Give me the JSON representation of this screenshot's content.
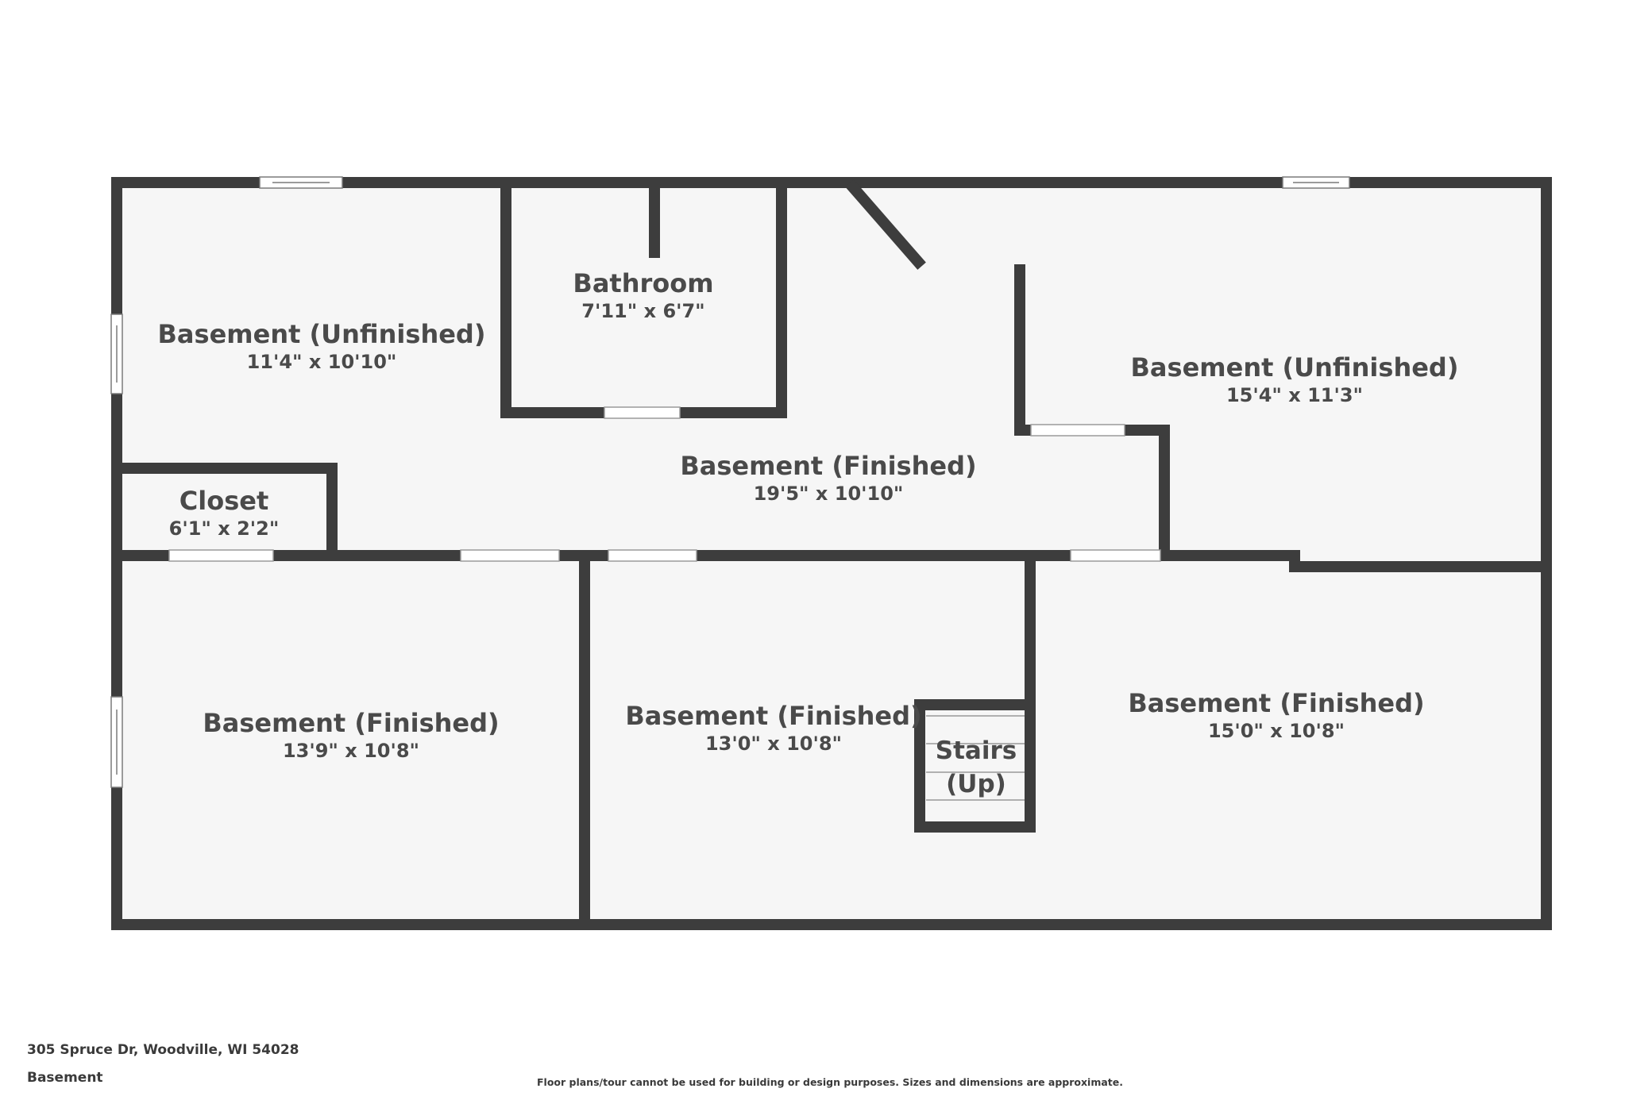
{
  "rooms": {
    "basement_unfinished_left": {
      "name": "Basement (Unfinished)",
      "dims": "11'4\" x 10'10\""
    },
    "bathroom": {
      "name": "Bathroom",
      "dims": "7'11\" x 6'7\""
    },
    "basement_unfinished_right": {
      "name": "Basement (Unfinished)",
      "dims": "15'4\" x 11'3\""
    },
    "basement_finished_center": {
      "name": "Basement (Finished)",
      "dims": "19'5\" x 10'10\""
    },
    "closet": {
      "name": "Closet",
      "dims": "6'1\" x 2'2\""
    },
    "basement_finished_left": {
      "name": "Basement (Finished)",
      "dims": "13'9\" x 10'8\""
    },
    "basement_finished_mid": {
      "name": "Basement (Finished)",
      "dims": "13'0\" x 10'8\""
    },
    "stairs": {
      "name": "Stairs\n(Up)"
    },
    "basement_finished_right": {
      "name": "Basement (Finished)",
      "dims": "15'0\" x 10'8\""
    }
  },
  "footer": {
    "address": "305 Spruce Dr, Woodville, WI 54028",
    "floor": "Basement",
    "disclaimer": "Floor plans/tour cannot be used for building or design purposes. Sizes and dimensions are approximate."
  },
  "colors": {
    "wall": "#3d3d3d",
    "floor": "#f6f6f6",
    "opening": "#ffffff"
  }
}
